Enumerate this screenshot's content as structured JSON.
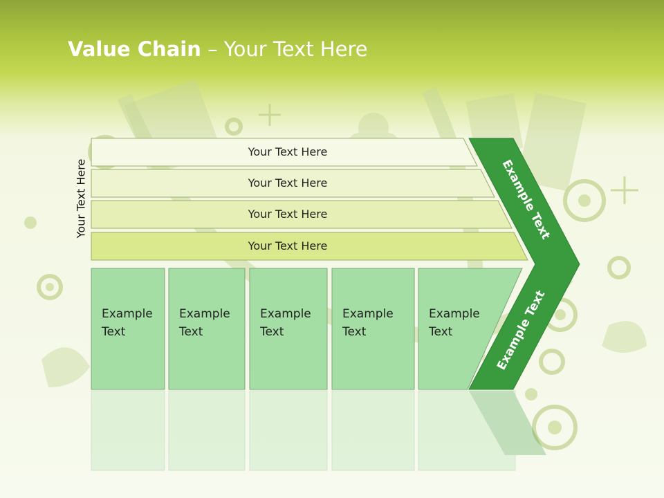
{
  "slide": {
    "title_bold": "Value Chain",
    "title_rest": " – Your Text Here",
    "vertical_label": "Your Text Here"
  },
  "support_rows": [
    {
      "label": "Your Text Here",
      "fill": "#f6f9e6"
    },
    {
      "label": "Your Text Here",
      "fill": "#eef4d0"
    },
    {
      "label": "Your Text Here",
      "fill": "#e6f0b6"
    },
    {
      "label": "Your Text Here",
      "fill": "#dbe98e"
    }
  ],
  "primary_blocks": [
    {
      "line1": "Example",
      "line2": "Text"
    },
    {
      "line1": "Example",
      "line2": "Text"
    },
    {
      "line1": "Example",
      "line2": "Text"
    },
    {
      "line1": "Example",
      "line2": "Text"
    },
    {
      "line1": "Example",
      "line2": "Text"
    }
  ],
  "margin_arrow": {
    "upper_label": "Example Text",
    "lower_label": "Example Text",
    "fill": "#3a9a3e"
  },
  "colors": {
    "block_fill": "#a4dea5",
    "block_stroke": "#7fa67a",
    "row_stroke": "#9aad68",
    "title": "#ffffff"
  }
}
